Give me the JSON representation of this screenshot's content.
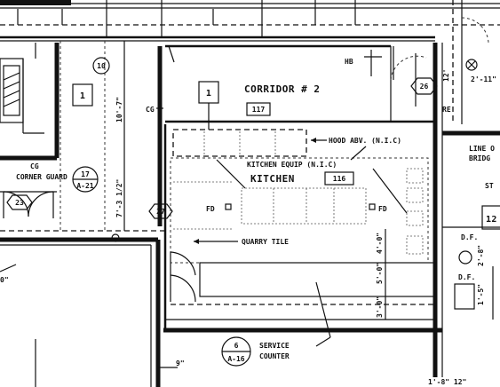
{
  "rooms": {
    "corridor_name": "CORRIDOR # 2",
    "corridor_number": "117",
    "kitchen_name": "KITCHEN",
    "kitchen_number": "116"
  },
  "notes": {
    "hood": "HOOD ABV. (N.I.C)",
    "kitchen_equip": "KITCHEN EQUIP (N.I.C)",
    "quarry_tile": "QUARRY TILE",
    "corner_guard": "CORNER GUARD",
    "service_counter_l1": "SERVICE",
    "service_counter_l2": "COUNTER",
    "line_l1": "LINE O",
    "line_l2": "BRIDG",
    "st": "ST"
  },
  "symbols": {
    "fd_left": "FD",
    "fd_right": "FD",
    "hb": "HB",
    "df": "D.F.",
    "df2": "D.F.",
    "cg": "CG",
    "re": "RE",
    "cg_left": "CG"
  },
  "tags": {
    "box1_left": "1",
    "box1_mid": "1",
    "box_right": "12",
    "hex_26": "26",
    "hex_27": "27",
    "hex_23": "23",
    "hex_10": "10"
  },
  "detail_refs": [
    {
      "top": "17",
      "bottom": "A-21"
    },
    {
      "top": "6",
      "bottom": "A-16"
    }
  ],
  "dimensions": {
    "d_10_7": "10'-7\"",
    "d_7_3": "7'-3 1/2\"",
    "d_12": "12'",
    "d_2_11": "2'-11\"",
    "d_4_0": "4'-0\"",
    "d_5_0": "5'-0\"",
    "d_3_0": "3'-0\"",
    "d_2_8": "2'-8\"",
    "d_1_5": "1'-5\"",
    "d_9": "9\"",
    "d_0": "0\"",
    "d_bottom": "1'-8\" 12\""
  }
}
